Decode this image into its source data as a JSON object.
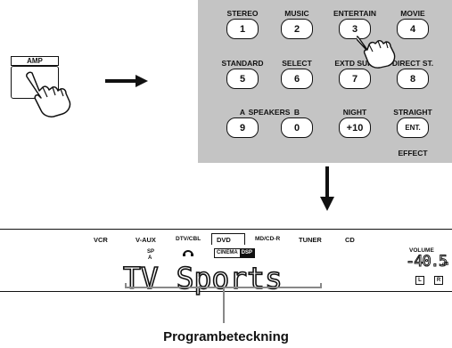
{
  "amp": {
    "label": "AMP"
  },
  "remote": {
    "rows": [
      [
        {
          "label": "STEREO",
          "key": "1"
        },
        {
          "label": "MUSIC",
          "key": "2"
        },
        {
          "label": "ENTERTAIN",
          "key": "3"
        },
        {
          "label": "MOVIE",
          "key": "4"
        }
      ],
      [
        {
          "label": "STANDARD",
          "key": "5"
        },
        {
          "label": "SELECT",
          "key": "6"
        },
        {
          "label": "EXTD SUR.",
          "key": "7"
        },
        {
          "label": "DIRECT ST.",
          "key": "8"
        }
      ],
      [
        {
          "label": "A",
          "key": "9"
        },
        {
          "label": "B",
          "key": "0"
        },
        {
          "label": "NIGHT",
          "key": "+10"
        },
        {
          "label": "STRAIGHT",
          "key": "ENT."
        }
      ]
    ],
    "speakers_label": "SPEAKERS",
    "effect_label": "EFFECT"
  },
  "display": {
    "inputs": [
      "VCR",
      "V-AUX",
      "DTV/CBL",
      "DVD",
      "MD/CD-R",
      "TUNER",
      "CD"
    ],
    "selected_input": "DVD",
    "sp_label": "SP",
    "speaker_a_label": "A",
    "cinema_label": "CINEMA",
    "dsp_label": "DSP",
    "program_name": "TV Sports",
    "volume_label": "VOLUME",
    "volume_value": "-40.5",
    "volume_unit": "dB",
    "left_indicator": "L",
    "right_indicator": "R"
  },
  "caption": "Programbeteckning"
}
